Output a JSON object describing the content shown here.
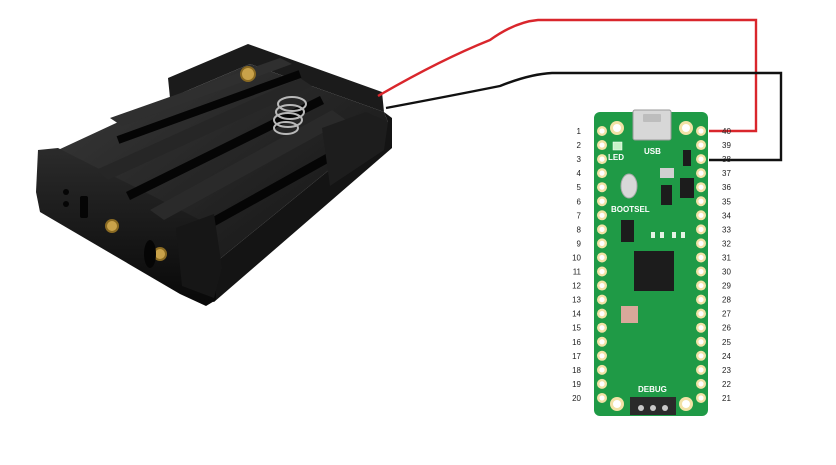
{
  "board": {
    "labels": {
      "usb": "USB",
      "led": "LED",
      "bootsel": "BOOTSEL",
      "debug": "DEBUG"
    },
    "left_pins": [
      "1",
      "2",
      "3",
      "4",
      "5",
      "6",
      "7",
      "8",
      "9",
      "10",
      "11",
      "12",
      "13",
      "14",
      "15",
      "16",
      "17",
      "18",
      "19",
      "20"
    ],
    "right_pins": [
      "40",
      "39",
      "38",
      "37",
      "36",
      "35",
      "34",
      "33",
      "32",
      "31",
      "30",
      "29",
      "28",
      "27",
      "26",
      "25",
      "24",
      "23",
      "22",
      "21"
    ],
    "colors": {
      "pcb": "#1f9a46",
      "pad": "#f2e2a6",
      "chip": "#1c1c1c"
    }
  },
  "wires": [
    {
      "name": "red-wire",
      "color": "#d9262c",
      "pin": "40"
    },
    {
      "name": "black-wire",
      "color": "#111111",
      "pin": "38"
    }
  ],
  "battery_holder": {
    "colors": {
      "body": "#1a1a1a",
      "contact": "#c9a24a",
      "spring": "#b8b8b8"
    }
  }
}
